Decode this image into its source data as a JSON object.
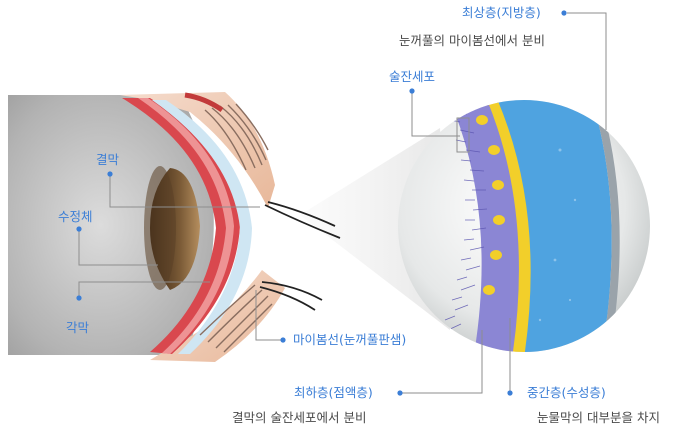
{
  "labels": {
    "conjunctiva": "결막",
    "lens": "수정체",
    "cornea": "각막",
    "goblet_cells": "술잔세포",
    "meibomian": "마이봄선(눈꺼풀판샘)",
    "lipid_layer": "최상층(지방층)",
    "lipid_desc": "눈꺼풀의 마이봄선에서 분비",
    "mucin_layer": "최하층(점액층)",
    "mucin_desc": "결막의 술잔세포에서 분비",
    "aqueous_layer": "중간층(수성층)",
    "aqueous_desc": "눈물막의 대부분을 차지"
  },
  "colors": {
    "label_blue": "#3b7ed6",
    "text_gray": "#4a4a4a",
    "leader_line": "#8e8e8e",
    "aqueous": "#4fa3e0",
    "mucin_yellow": "#f2cf2a",
    "goblet_purple": "#8b86d4",
    "sclera_red": "#d9484e"
  }
}
